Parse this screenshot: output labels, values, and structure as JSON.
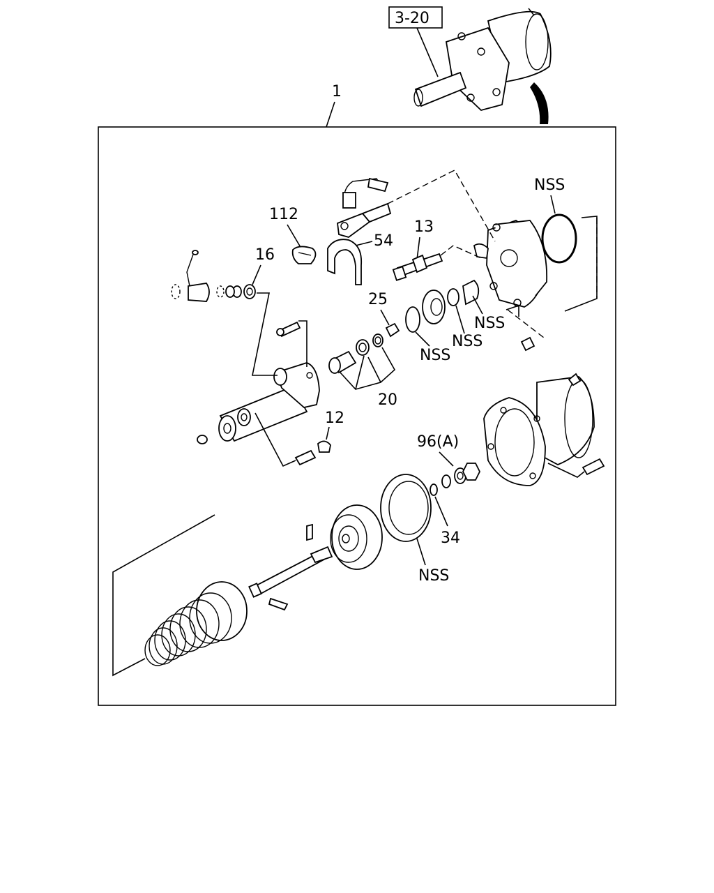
{
  "labels": {
    "ref_box": "3-20",
    "assembly": "1",
    "p112": "112",
    "p54": "54",
    "p13": "13",
    "p16": "16",
    "p25": "25",
    "p20": "20",
    "p12": "12",
    "p96a": "96(A)",
    "p34": "34",
    "nss_oring_large": "NSS",
    "nss_oring_small": "NSS",
    "nss_seal_1": "NSS",
    "nss_seal_2": "NSS",
    "nss_diaphragm": "NSS"
  }
}
